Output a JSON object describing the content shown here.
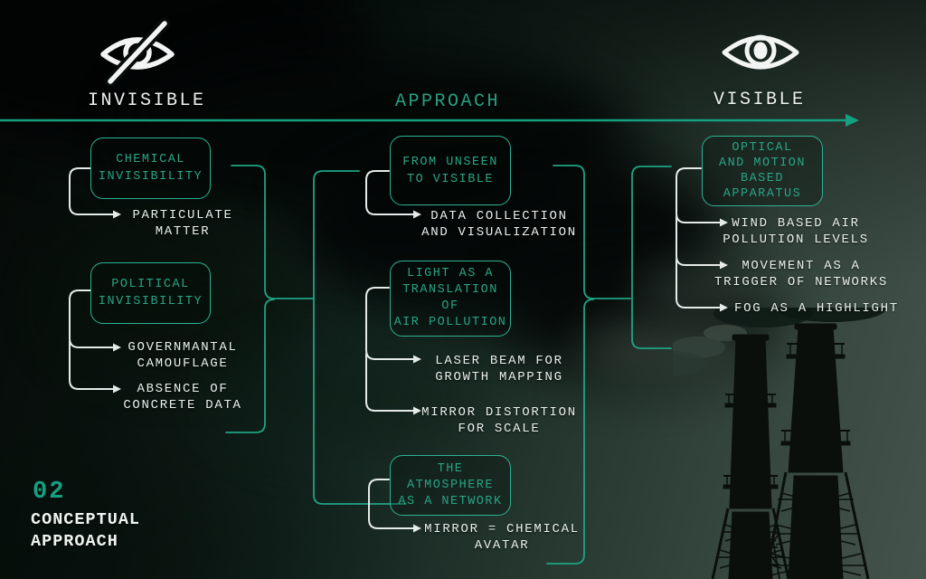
{
  "header": {
    "invisible": "INVISIBLE",
    "approach": "APPROACH",
    "visible": "VISIBLE"
  },
  "icons": {
    "left": "eye-off-icon",
    "right": "eye-icon"
  },
  "diagram": {
    "col1": {
      "sec1": {
        "box": [
          "CHEMICAL",
          "INVISIBILITY"
        ],
        "items": [
          [
            "PARTICULATE",
            "MATTER"
          ]
        ]
      },
      "sec2": {
        "box": [
          "POLITICAL",
          "INVISIBILITY"
        ],
        "items": [
          [
            "GOVERNMANTAL",
            "CAMOUFLAGE"
          ],
          [
            "ABSENCE OF",
            "CONCRETE DATA"
          ]
        ]
      }
    },
    "col2": {
      "sec1": {
        "box": [
          "FROM UNSEEN",
          "TO VISIBLE"
        ],
        "items": [
          [
            "DATA COLLECTION",
            "AND VISUALIZATION"
          ]
        ]
      },
      "sec2": {
        "box": [
          "LIGHT AS A",
          "TRANSLATION",
          "OF",
          "AIR POLLUTION"
        ],
        "items": [
          [
            "LASER BEAM FOR",
            "GROWTH MAPPING"
          ],
          [
            "MIRROR DISTORTION",
            "FOR SCALE"
          ]
        ]
      },
      "sec3": {
        "box": [
          "THE",
          "ATMOSPHERE",
          "AS A NETWORK"
        ],
        "items": [
          [
            "MIRROR = CHEMICAL",
            "AVATAR"
          ]
        ]
      }
    },
    "col3": {
      "sec1": {
        "box": [
          "OPTICAL",
          "AND MOTION",
          "BASED",
          "APPARATUS"
        ],
        "items": [
          [
            "WIND BASED AIR",
            "POLLUTION LEVELS"
          ],
          [
            "MOVEMENT AS A",
            "TRIGGER OF NETWORKS"
          ],
          [
            "FOG AS A HIGHLIGHT"
          ]
        ]
      }
    }
  },
  "footer": {
    "number": "02",
    "line1": "CONCEPTUAL",
    "line2": "APPROACH"
  },
  "colors": {
    "accent_teal": "#2db392",
    "line_teal": "#1fa383",
    "text_white": "#e9efec"
  }
}
